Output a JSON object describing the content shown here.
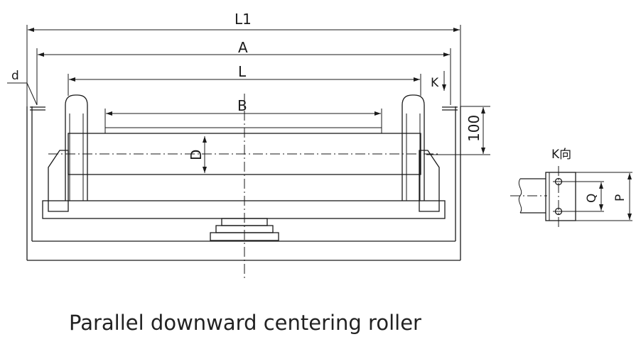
{
  "caption": "Parallel downward centering roller",
  "dimensions": {
    "L1": "L1",
    "A": "A",
    "L": "L",
    "B": "B",
    "D": "D",
    "d": "d",
    "K": "K",
    "height_100": "100",
    "view_K": "K向",
    "Q": "Q",
    "P": "P"
  }
}
